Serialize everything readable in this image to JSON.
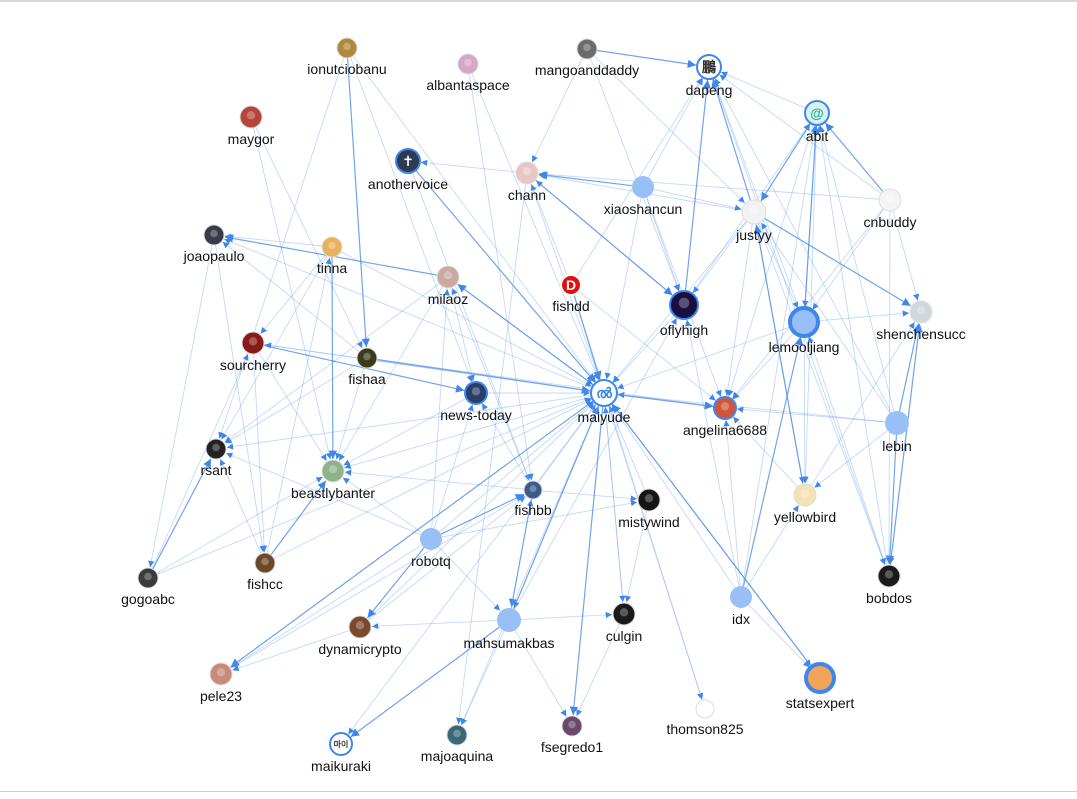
{
  "graph": {
    "colors": {
      "edge": "#6fa4ee",
      "edge_strong": "#3f86ea",
      "node_default": "#99c0f6",
      "label": "#111111"
    },
    "nodes": [
      {
        "id": "ionutciobanu",
        "label": "ionutciobanu",
        "kind": "avatar",
        "fill": "#b08a3c"
      },
      {
        "id": "albantaspace",
        "label": "albantaspace",
        "kind": "avatar",
        "fill": "#d7a6c7"
      },
      {
        "id": "mangoanddaddy",
        "label": "mangoanddaddy",
        "kind": "avatar",
        "fill": "#6b6b6b"
      },
      {
        "id": "dapeng",
        "label": "dapeng",
        "kind": "glyph",
        "glyph": "鵬",
        "fill": "#ffffff",
        "ring": "#3f86ea"
      },
      {
        "id": "abit",
        "label": "abit",
        "kind": "glyph",
        "glyph": "@",
        "fill": "#d9f2ee",
        "ring": "#3f86ea",
        "glyph_color": "#2db39e"
      },
      {
        "id": "maygor",
        "label": "maygor",
        "kind": "avatar",
        "fill": "#b5453a"
      },
      {
        "id": "anothervoice",
        "label": "anothervoice",
        "kind": "glyph",
        "glyph": "✝",
        "fill": "#2f3b52",
        "ring": "#3f86ea",
        "glyph_color": "#ffffff"
      },
      {
        "id": "chann",
        "label": "chann",
        "kind": "avatar",
        "fill": "#e8c6c6"
      },
      {
        "id": "xiaoshancun",
        "label": "xiaoshancun",
        "kind": "circle",
        "fill": "#99c0f6"
      },
      {
        "id": "justyy",
        "label": "justyy",
        "kind": "avatar",
        "fill": "#f2f2f2"
      },
      {
        "id": "cnbuddy",
        "label": "cnbuddy",
        "kind": "avatar",
        "fill": "#f4f4f4"
      },
      {
        "id": "joaopaulo",
        "label": "joaopaulo",
        "kind": "avatar",
        "fill": "#3a3a4a"
      },
      {
        "id": "tinna",
        "label": "tinna",
        "kind": "avatar",
        "fill": "#e6b35a"
      },
      {
        "id": "milaoz",
        "label": "milaoz",
        "kind": "avatar",
        "fill": "#c9a9a0"
      },
      {
        "id": "fishdd",
        "label": "fishdd",
        "kind": "glyph",
        "glyph": "D",
        "fill": "#e01010",
        "ring": "#ffffff",
        "glyph_color": "#ffffff"
      },
      {
        "id": "oflyhigh",
        "label": "oflyhigh",
        "kind": "avatar",
        "fill": "#1a1040",
        "ring": "#3f86ea"
      },
      {
        "id": "lemooljiang",
        "label": "lemooljiang",
        "kind": "ring",
        "fill": "#99c0f6",
        "ring": "#3f86ea"
      },
      {
        "id": "shenchensucc",
        "label": "shenchensucc",
        "kind": "avatar",
        "fill": "#cfd8dc"
      },
      {
        "id": "sourcherry",
        "label": "sourcherry",
        "kind": "avatar",
        "fill": "#8a1a1a"
      },
      {
        "id": "fishaa",
        "label": "fishaa",
        "kind": "avatar",
        "fill": "#3b3b1a"
      },
      {
        "id": "news-today",
        "label": "news-today",
        "kind": "avatar",
        "fill": "#2a3f66",
        "ring": "#3f86ea"
      },
      {
        "id": "maiyude",
        "label": "maiyude",
        "kind": "glyph",
        "glyph": "ൽ",
        "fill": "#ffffff",
        "ring": "#3f86ea",
        "glyph_color": "#3f86ea"
      },
      {
        "id": "angelina6688",
        "label": "angelina6688",
        "kind": "avatar",
        "fill": "#d2553a",
        "ring": "#3f86ea"
      },
      {
        "id": "lebin",
        "label": "lebin",
        "kind": "circle",
        "fill": "#99c0f6"
      },
      {
        "id": "rsant",
        "label": "rsant",
        "kind": "avatar",
        "fill": "#222222"
      },
      {
        "id": "beastlybanter",
        "label": "beastlybanter",
        "kind": "avatar",
        "fill": "#8db38a"
      },
      {
        "id": "fishbb",
        "label": "fishbb",
        "kind": "avatar",
        "fill": "#3b5b8a"
      },
      {
        "id": "mistywind",
        "label": "mistywind",
        "kind": "avatar",
        "fill": "#151515"
      },
      {
        "id": "yellowbird",
        "label": "yellowbird",
        "kind": "avatar",
        "fill": "#f3e2b3"
      },
      {
        "id": "robotq",
        "label": "robotq",
        "kind": "circle",
        "fill": "#99c0f6"
      },
      {
        "id": "gogoabc",
        "label": "gogoabc",
        "kind": "avatar",
        "fill": "#3b3b3b"
      },
      {
        "id": "fishcc",
        "label": "fishcc",
        "kind": "avatar",
        "fill": "#6b4a2a"
      },
      {
        "id": "bobdos",
        "label": "bobdos",
        "kind": "avatar",
        "fill": "#1a1a1a"
      },
      {
        "id": "dynamicrypto",
        "label": "dynamicrypto",
        "kind": "avatar",
        "fill": "#7a4a2a"
      },
      {
        "id": "mahsumakbas",
        "label": "mahsumakbas",
        "kind": "circle",
        "fill": "#99c0f6"
      },
      {
        "id": "culgin",
        "label": "culgin",
        "kind": "avatar",
        "fill": "#1a1a1a"
      },
      {
        "id": "idx",
        "label": "idx",
        "kind": "circle",
        "fill": "#99c0f6"
      },
      {
        "id": "statsexpert",
        "label": "statsexpert",
        "kind": "ring",
        "fill": "#f2a55a",
        "ring": "#3f86ea"
      },
      {
        "id": "pele23",
        "label": "pele23",
        "kind": "avatar",
        "fill": "#c98a7a"
      },
      {
        "id": "thomson825",
        "label": "thomson825",
        "kind": "avatar",
        "fill": "#ffffff"
      },
      {
        "id": "maikuraki",
        "label": "maikuraki",
        "kind": "glyph",
        "glyph": "마이",
        "fill": "#ffffff",
        "ring": "#3f86ea",
        "glyph_color": "#333333"
      },
      {
        "id": "majoaquina",
        "label": "majoaquina",
        "kind": "avatar",
        "fill": "#3a6a7a"
      },
      {
        "id": "fsegredo1",
        "label": "fsegredo1",
        "kind": "avatar",
        "fill": "#6a4a6a"
      }
    ],
    "edges": [
      [
        "mangoanddaddy",
        "dapeng"
      ],
      [
        "mangoanddaddy",
        "chann"
      ],
      [
        "mangoanddaddy",
        "oflyhigh"
      ],
      [
        "mangoanddaddy",
        "justyy"
      ],
      [
        "abit",
        "dapeng"
      ],
      [
        "abit",
        "justyy"
      ],
      [
        "abit",
        "lemooljiang"
      ],
      [
        "abit",
        "yellowbird"
      ],
      [
        "abit",
        "angelina6688"
      ],
      [
        "cnbuddy",
        "dapeng"
      ],
      [
        "cnbuddy",
        "abit"
      ],
      [
        "cnbuddy",
        "shenchensucc"
      ],
      [
        "cnbuddy",
        "chann"
      ],
      [
        "cnbuddy",
        "lemooljiang"
      ],
      [
        "cnbuddy",
        "angelina6688"
      ],
      [
        "justyy",
        "dapeng"
      ],
      [
        "justyy",
        "abit"
      ],
      [
        "justyy",
        "chann"
      ],
      [
        "justyy",
        "oflyhigh"
      ],
      [
        "justyy",
        "lemooljiang"
      ],
      [
        "justyy",
        "shenchensucc"
      ],
      [
        "justyy",
        "angelina6688"
      ],
      [
        "justyy",
        "yellowbird"
      ],
      [
        "justyy",
        "maiyude"
      ],
      [
        "xiaoshancun",
        "dapeng"
      ],
      [
        "xiaoshancun",
        "chann"
      ],
      [
        "xiaoshancun",
        "oflyhigh"
      ],
      [
        "xiaoshancun",
        "maiyude"
      ],
      [
        "xiaoshancun",
        "angelina6688"
      ],
      [
        "xiaoshancun",
        "justyy"
      ],
      [
        "oflyhigh",
        "dapeng"
      ],
      [
        "oflyhigh",
        "abit"
      ],
      [
        "oflyhigh",
        "chann"
      ],
      [
        "oflyhigh",
        "maiyude"
      ],
      [
        "lemooljiang",
        "dapeng"
      ],
      [
        "lemooljiang",
        "abit"
      ],
      [
        "lemooljiang",
        "shenchensucc"
      ],
      [
        "lemooljiang",
        "angelina6688"
      ],
      [
        "lemooljiang",
        "maiyude"
      ],
      [
        "lemooljiang",
        "yellowbird"
      ],
      [
        "lebin",
        "shenchensucc"
      ],
      [
        "lebin",
        "abit"
      ],
      [
        "lebin",
        "angelina6688"
      ],
      [
        "lebin",
        "maiyude"
      ],
      [
        "lebin",
        "yellowbird"
      ],
      [
        "lebin",
        "bobdos"
      ],
      [
        "lebin",
        "dapeng"
      ],
      [
        "lebin",
        "justyy"
      ],
      [
        "idx",
        "yellowbird"
      ],
      [
        "idx",
        "angelina6688"
      ],
      [
        "idx",
        "lemooljiang"
      ],
      [
        "idx",
        "maiyude"
      ],
      [
        "idx",
        "statsexpert"
      ],
      [
        "idx",
        "abit"
      ],
      [
        "idx",
        "oflyhigh"
      ],
      [
        "bobdos",
        "shenchensucc"
      ],
      [
        "bobdos",
        "lemooljiang"
      ],
      [
        "bobdos",
        "abit"
      ],
      [
        "yellowbird",
        "shenchensucc"
      ],
      [
        "yellowbird",
        "angelina6688"
      ],
      [
        "yellowbird",
        "justyy"
      ],
      [
        "shenchensucc",
        "bobdos"
      ],
      [
        "cnbuddy",
        "bobdos"
      ],
      [
        "dapeng",
        "bobdos"
      ],
      [
        "justyy",
        "bobdos"
      ],
      [
        "fishdd",
        "maiyude"
      ],
      [
        "fishdd",
        "dapeng"
      ],
      [
        "fishdd",
        "chann"
      ],
      [
        "fishdd",
        "angelina6688"
      ],
      [
        "chann",
        "maiyude"
      ],
      [
        "chann",
        "oflyhigh"
      ],
      [
        "chann",
        "anothervoice"
      ],
      [
        "albantaspace",
        "maiyude"
      ],
      [
        "albantaspace",
        "fishbb"
      ],
      [
        "ionutciobanu",
        "maiyude"
      ],
      [
        "ionutciobanu",
        "fishaa"
      ],
      [
        "ionutciobanu",
        "news-today"
      ],
      [
        "ionutciobanu",
        "rsant"
      ],
      [
        "maygor",
        "fishaa"
      ],
      [
        "maygor",
        "beastlybanter"
      ],
      [
        "anothervoice",
        "maiyude"
      ],
      [
        "anothervoice",
        "fishbb"
      ],
      [
        "joaopaulo",
        "gogoabc"
      ],
      [
        "joaopaulo",
        "fishcc"
      ],
      [
        "tinna",
        "joaopaulo"
      ],
      [
        "milaoz",
        "joaopaulo"
      ],
      [
        "fishaa",
        "joaopaulo"
      ],
      [
        "tinna",
        "maiyude"
      ],
      [
        "tinna",
        "rsant"
      ],
      [
        "tinna",
        "sourcherry"
      ],
      [
        "tinna",
        "beastlybanter"
      ],
      [
        "milaoz",
        "maiyude"
      ],
      [
        "milaoz",
        "rsant"
      ],
      [
        "milaoz",
        "beastlybanter"
      ],
      [
        "milaoz",
        "news-today"
      ],
      [
        "fishaa",
        "maiyude"
      ],
      [
        "fishaa",
        "angelina6688"
      ],
      [
        "fishaa",
        "beastlybanter"
      ],
      [
        "fishaa",
        "rsant"
      ],
      [
        "sourcherry",
        "maiyude"
      ],
      [
        "sourcherry",
        "news-today"
      ],
      [
        "sourcherry",
        "beastlybanter"
      ],
      [
        "sourcherry",
        "fishcc"
      ],
      [
        "news-today",
        "maiyude"
      ],
      [
        "news-today",
        "beastlybanter"
      ],
      [
        "maiyude",
        "angelina6688"
      ],
      [
        "maiyude",
        "beastlybanter"
      ],
      [
        "maiyude",
        "rsant"
      ],
      [
        "maiyude",
        "joaopaulo"
      ],
      [
        "maiyude",
        "sourcherry"
      ],
      [
        "maiyude",
        "milaoz"
      ],
      [
        "fishbb",
        "maiyude"
      ],
      [
        "fishbb",
        "beastlybanter"
      ],
      [
        "fishbb",
        "mistywind"
      ],
      [
        "fishbb",
        "news-today"
      ],
      [
        "fishbb",
        "mahsumakbas"
      ],
      [
        "fishbb",
        "milaoz"
      ],
      [
        "mistywind",
        "maiyude"
      ],
      [
        "mistywind",
        "culgin"
      ],
      [
        "robotq",
        "maiyude"
      ],
      [
        "robotq",
        "dynamicrypto"
      ],
      [
        "robotq",
        "mahsumakbas"
      ],
      [
        "robotq",
        "news-today"
      ],
      [
        "robotq",
        "beastlybanter"
      ],
      [
        "robotq",
        "rsant"
      ],
      [
        "robotq",
        "fishbb"
      ],
      [
        "robotq",
        "mistywind"
      ],
      [
        "robotq",
        "milaoz"
      ],
      [
        "robotq",
        "pele23"
      ],
      [
        "gogoabc",
        "maiyude"
      ],
      [
        "gogoabc",
        "rsant"
      ],
      [
        "gogoabc",
        "sourcherry"
      ],
      [
        "gogoabc",
        "beastlybanter"
      ],
      [
        "fishcc",
        "maiyude"
      ],
      [
        "fishcc",
        "rsant"
      ],
      [
        "fishcc",
        "beastlybanter"
      ],
      [
        "fishcc",
        "tinna"
      ],
      [
        "dynamicrypto",
        "pele23"
      ],
      [
        "dynamicrypto",
        "maiyude"
      ],
      [
        "dynamicrypto",
        "fishbb"
      ],
      [
        "mahsumakbas",
        "maiyude"
      ],
      [
        "mahsumakbas",
        "culgin"
      ],
      [
        "mahsumakbas",
        "oflyhigh"
      ],
      [
        "mahsumakbas",
        "fishbb"
      ],
      [
        "mahsumakbas",
        "majoaquina"
      ],
      [
        "mahsumakbas",
        "maikuraki"
      ],
      [
        "mahsumakbas",
        "dynamicrypto"
      ],
      [
        "mahsumakbas",
        "fsegredo1"
      ],
      [
        "culgin",
        "maiyude"
      ],
      [
        "culgin",
        "fsegredo1"
      ],
      [
        "maiyude",
        "fsegredo1"
      ],
      [
        "maiyude",
        "majoaquina"
      ],
      [
        "maiyude",
        "thomson825"
      ],
      [
        "maiyude",
        "culgin"
      ],
      [
        "maiyude",
        "mahsumakbas"
      ],
      [
        "maiyude",
        "pele23"
      ],
      [
        "maiyude",
        "maikuraki"
      ],
      [
        "maiyude",
        "statsexpert"
      ],
      [
        "pele23",
        "maiyude"
      ],
      [
        "pele23",
        "fishbb"
      ],
      [
        "statsexpert",
        "maiyude"
      ],
      [
        "fishdd",
        "thomson825"
      ],
      [
        "chann",
        "majoaquina"
      ]
    ]
  }
}
